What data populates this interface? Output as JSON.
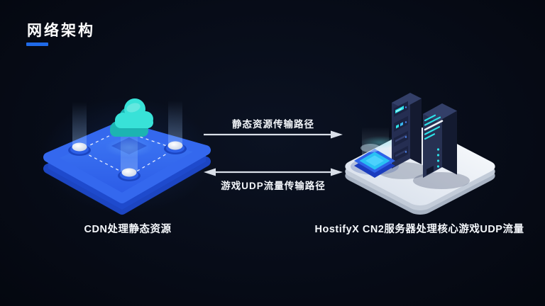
{
  "slide": {
    "title": "网络架构"
  },
  "diagram": {
    "left": {
      "caption": "CDN处理静态资源",
      "illustration": "cdn-cloud-platform"
    },
    "right": {
      "caption": "HostifyX CN2服务器处理核心游戏UDP流量",
      "illustration": "server-rack-platform"
    },
    "flows": [
      {
        "label": "静态资源传输路径",
        "direction": "left-to-right"
      },
      {
        "label": "游戏UDP流量传输路径",
        "direction": "bidirectional"
      }
    ]
  },
  "colors": {
    "background": "#070c18",
    "title_text": "#ffffff",
    "accent_underline": "#1f6ae8",
    "platform_blue": "#3168ee",
    "platform_blue_side": "#1e4acd",
    "platform_recess": "#2551d4",
    "cloud_teal": "#38e2d8",
    "cloud_teal_dark": "#1cb4b2",
    "server_navy": "#252e52",
    "server_navy_dark": "#141a30",
    "server_navy_top": "#333f68",
    "white_platform": "#edf1f6",
    "white_platform_side": "#b4bfce",
    "indicator_cyan": "#2de2e8",
    "screen_blue": "#29c0f4",
    "arrow_line": "#d9dfe8",
    "label_text": "#f2f5f9"
  }
}
